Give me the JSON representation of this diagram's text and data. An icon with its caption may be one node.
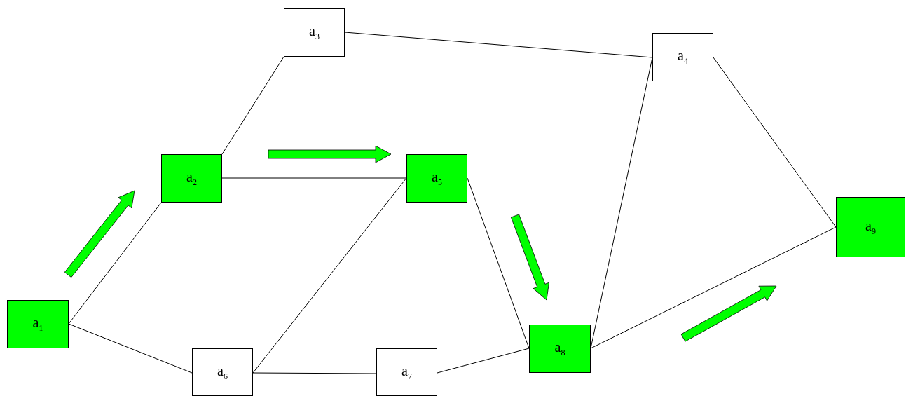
{
  "diagram": {
    "nodes": [
      {
        "text": [
          "a$_{1}$"
        ]
      },
      {
        "text": [
          "a$_{2}$"
        ]
      },
      {
        "text": [
          "a$_{3}$"
        ]
      },
      {
        "text": [
          "a$_{4}$"
        ]
      },
      {
        "text": [
          "a$_{5}$"
        ]
      },
      {
        "text": [
          "a$_{6}$"
        ]
      },
      {
        "text": [
          "a$_{7}$"
        ]
      },
      {
        "text": [
          "a$_{8}$"
        ]
      },
      {
        "text": [
          "a$_{9}$"
        ]
      }
    ],
    "edges": [
      {
        "from": 0,
        "to": 1,
        "arrow": "none"
      },
      {
        "from": 0,
        "to": 5,
        "arrow": "none"
      },
      {
        "from": 1,
        "to": 2,
        "arrow": "none"
      },
      {
        "from": 1,
        "to": 4,
        "arrow": "none"
      },
      {
        "from": 2,
        "to": 3,
        "arrow": "none"
      },
      {
        "from": 3,
        "to": 7,
        "arrow": "none"
      },
      {
        "from": 3,
        "to": 8,
        "arrow": "none"
      },
      {
        "from": 4,
        "to": 5,
        "arrow": "none"
      },
      {
        "from": 4,
        "to": 7,
        "arrow": "none"
      },
      {
        "from": 5,
        "to": 6,
        "arrow": "none"
      },
      {
        "from": 6,
        "to": 7,
        "arrow": "none"
      },
      {
        "from": 7,
        "to": 8,
        "arrow": "none"
      }
    ]
  }
}
